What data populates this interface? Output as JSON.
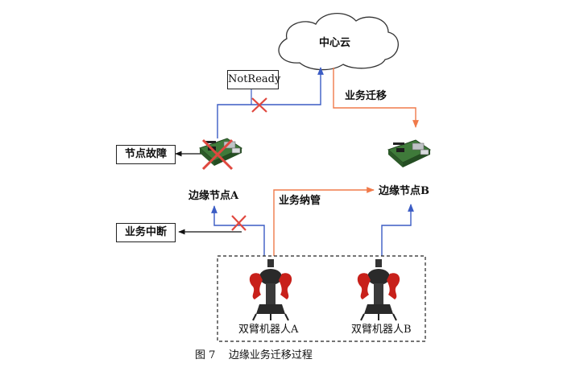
{
  "nodes": {
    "cloud": "中心云",
    "edge_a": "边缘节点A",
    "edge_b": "边缘节点B",
    "robot_a": "双臂机器人A",
    "robot_b": "双臂机器人B"
  },
  "status_boxes": {
    "not_ready": "NotReady",
    "node_fault": "节点故障",
    "service_interrupt": "业务中断"
  },
  "edges": {
    "migration": "业务迁移",
    "takeover": "业务纳管"
  },
  "caption": "图 7    边缘业务迁移过程",
  "colors": {
    "blue_link": "#3b5cc4",
    "orange_link": "#f07a4a",
    "fail_cross": "#e0483f",
    "board_green": "#3f7a3a",
    "robot_red": "#c8201a"
  }
}
